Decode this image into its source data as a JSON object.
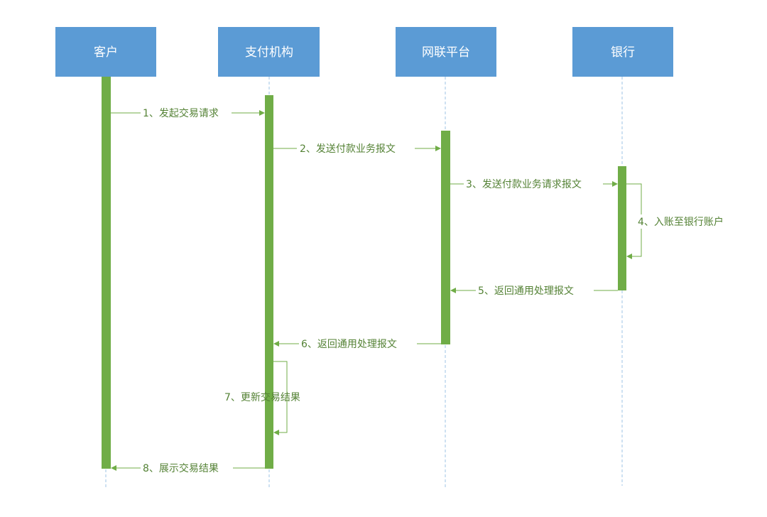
{
  "diagram": {
    "type": "sequence",
    "colors": {
      "actor_fill": "#5b9bd5",
      "actor_text": "#ffffff",
      "lifeline": "#9dc3e6",
      "activation": "#70ad47",
      "message": "#70ad47",
      "message_text": "#548235"
    },
    "actors": [
      {
        "id": "customer",
        "label": "客户"
      },
      {
        "id": "payment",
        "label": "支付机构"
      },
      {
        "id": "netunion",
        "label": "网联平台"
      },
      {
        "id": "bank",
        "label": "银行"
      }
    ],
    "messages": [
      {
        "from": "customer",
        "to": "payment",
        "label": "1、发起交易请求"
      },
      {
        "from": "payment",
        "to": "netunion",
        "label": "2、发送付款业务报文"
      },
      {
        "from": "netunion",
        "to": "bank",
        "label": "3、发送付款业务请求报文"
      },
      {
        "from": "bank",
        "to": "bank",
        "label": "4、入账至银行账户"
      },
      {
        "from": "bank",
        "to": "netunion",
        "label": "5、返回通用处理报文"
      },
      {
        "from": "netunion",
        "to": "payment",
        "label": "6、返回通用处理报文"
      },
      {
        "from": "payment",
        "to": "payment",
        "label": "7、更新交易结果"
      },
      {
        "from": "payment",
        "to": "customer",
        "label": "8、展示交易结果"
      }
    ]
  }
}
